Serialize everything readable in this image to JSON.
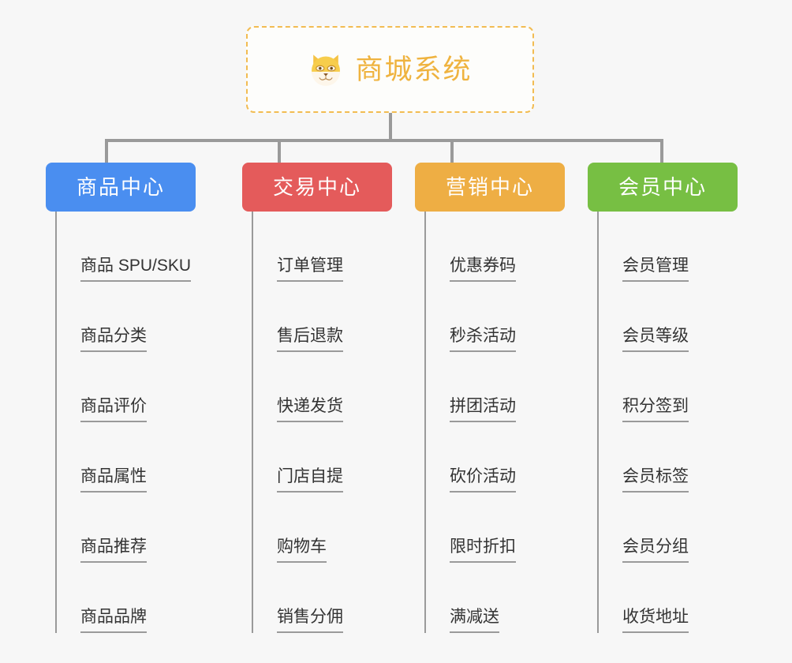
{
  "page": {
    "background_color": "#f7f7f7",
    "connector_color": "#9a9a9a"
  },
  "root": {
    "title": "商城系统",
    "icon": "dog-face-icon",
    "text_color": "#efb33f",
    "border_color": "#f2bc52"
  },
  "branches": [
    {
      "label": "商品中心",
      "color": "#4a8ef0",
      "items": [
        "商品 SPU/SKU",
        "商品分类",
        "商品评价",
        "商品属性",
        "商品推荐",
        "商品品牌"
      ]
    },
    {
      "label": "交易中心",
      "color": "#e45b5b",
      "items": [
        "订单管理",
        "售后退款",
        "快递发货",
        "门店自提",
        "购物车",
        "销售分佣"
      ]
    },
    {
      "label": "营销中心",
      "color": "#eeae44",
      "items": [
        "优惠券码",
        "秒杀活动",
        "拼团活动",
        "砍价活动",
        "限时折扣",
        "满减送"
      ]
    },
    {
      "label": "会员中心",
      "color": "#77bf43",
      "items": [
        "会员管理",
        "会员等级",
        "积分签到",
        "会员标签",
        "会员分组",
        "收货地址"
      ]
    }
  ]
}
